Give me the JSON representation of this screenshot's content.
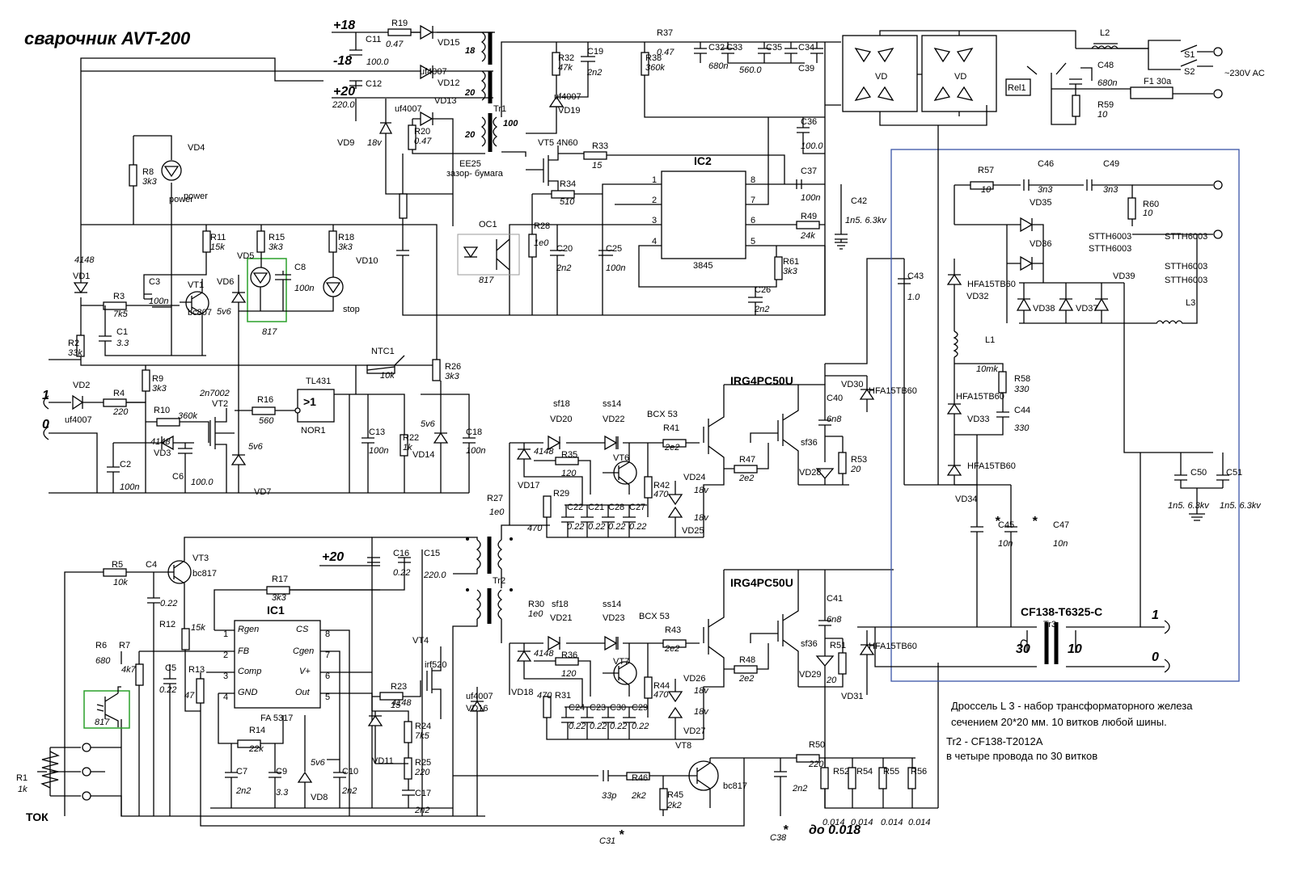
{
  "title": "сварочник AVT-200",
  "notes": {
    "line1": "Дроссель  L 3 - набор  трансформаторного железа",
    "line2": "сечением 20*20 мм.   10 витков любой шины.",
    "line3": "Tr2 - CF138-T2012A",
    "line4": "в четыре провода по 30 витков",
    "c38_note": "до 0.018",
    "c31": "C31",
    "c38": "C38"
  },
  "rails": {
    "p18": "+18",
    "m18": "-18",
    "p20": "+20",
    "p20b": "+20"
  },
  "ic2": {
    "name": "IC2",
    "part": "3845",
    "pins": [
      "1",
      "2",
      "3",
      "4",
      "8",
      "7",
      "6",
      "5"
    ]
  },
  "ic1": {
    "name": "IC1",
    "part": "FA 5317",
    "left_pins": [
      {
        "n": "1",
        "s": "Rgen"
      },
      {
        "n": "2",
        "s": "FB"
      },
      {
        "n": "3",
        "s": "Comp"
      },
      {
        "n": "4",
        "s": "GND"
      }
    ],
    "right_pins": [
      {
        "n": "8",
        "s": "CS"
      },
      {
        "n": "7",
        "s": "Cgen"
      },
      {
        "n": "6",
        "s": "V+"
      },
      {
        "n": "5",
        "s": "Out"
      }
    ]
  },
  "tl431": {
    "name": "TL431",
    "gate": ">1",
    "sub": "NOR1"
  },
  "tr1": {
    "name": "Tr1",
    "core": "EE25",
    "gap": "зазор- бумага",
    "w1": "18",
    "w2": "20",
    "w3": "20",
    "w4": "100"
  },
  "tr2": {
    "name": "Tr2"
  },
  "tr3": {
    "name": "Tr3",
    "part": "CF138-T6325-C",
    "n1": "30",
    "n2": "10"
  },
  "igbt": {
    "top": "IRG4PC50U",
    "bottom": "IRG4PC50U"
  },
  "mains": {
    "ac": "~230V AC",
    "s1": "S1",
    "s2": "S2",
    "fuse": "F1 30a",
    "l2": "L2",
    "rel": "Rel1"
  },
  "terminals": {
    "in1": "1",
    "in0": "0",
    "out1": "1",
    "out0": "0"
  },
  "tok": "ТОК",
  "labels": [
    [
      "R19",
      484,
      32
    ],
    [
      "0.47",
      477,
      58
    ],
    [
      "VD15",
      541,
      56
    ],
    [
      "uf4007",
      519,
      92
    ],
    [
      "VD12",
      541,
      106
    ],
    [
      "C11",
      452,
      52
    ],
    [
      "100.0",
      453,
      80
    ],
    [
      "C12",
      452,
      107
    ],
    [
      "220.0",
      411,
      133
    ],
    [
      "uf4007",
      488,
      138
    ],
    [
      "VD13",
      537,
      128
    ],
    [
      "VD9",
      417,
      180
    ],
    [
      "18v",
      454,
      180
    ],
    [
      "R20",
      512,
      166
    ],
    [
      "0.47",
      512,
      178
    ],
    [
      "R32",
      690,
      75
    ],
    [
      "47k",
      690,
      87
    ],
    [
      "C19",
      726,
      67
    ],
    [
      "2n2",
      726,
      93
    ],
    [
      "uf4007",
      685,
      123
    ],
    [
      "VD19",
      690,
      140
    ],
    [
      "VT5 4N60",
      665,
      180
    ],
    [
      "R37",
      812,
      44
    ],
    [
      "0.47",
      812,
      68
    ],
    [
      "R38",
      798,
      75
    ],
    [
      "360k",
      798,
      87
    ],
    [
      "C32",
      876,
      62
    ],
    [
      "680n",
      876,
      85
    ],
    [
      "C33",
      898,
      62
    ],
    [
      "560.0",
      914,
      90
    ],
    [
      "C35",
      947,
      62
    ],
    [
      "C34",
      987,
      62
    ],
    [
      "C39",
      987,
      88
    ],
    [
      "C36",
      990,
      154
    ],
    [
      "100.0",
      990,
      184
    ],
    [
      "R33",
      732,
      184
    ],
    [
      "15",
      732,
      208
    ],
    [
      "R34",
      692,
      231
    ],
    [
      "510",
      692,
      253
    ],
    [
      "OC1",
      592,
      281
    ],
    [
      "817",
      592,
      350
    ],
    [
      "R28",
      660,
      283
    ],
    [
      "1e0",
      660,
      304
    ],
    [
      "C20",
      688,
      311
    ],
    [
      "2n2",
      688,
      335
    ],
    [
      "C25",
      749,
      311
    ],
    [
      "100n",
      749,
      335
    ],
    [
      "C37",
      990,
      215
    ],
    [
      "100n",
      990,
      248
    ],
    [
      "C42",
      1052,
      252
    ],
    [
      "1n5. 6.3kv",
      1045,
      276
    ],
    [
      "R49",
      990,
      271
    ],
    [
      "24k",
      990,
      295
    ],
    [
      "R61",
      968,
      327
    ],
    [
      "3k3",
      968,
      339
    ],
    [
      "C26",
      933,
      362
    ],
    [
      "2n2",
      933,
      386
    ],
    [
      "R8",
      176,
      216
    ],
    [
      "3k3",
      176,
      228
    ],
    [
      "VD4",
      232,
      186
    ],
    [
      "power",
      227,
      246
    ],
    [
      "4148",
      92,
      325
    ],
    [
      "VD1",
      90,
      345
    ],
    [
      "R11",
      260,
      297
    ],
    [
      "15k",
      260,
      309
    ],
    [
      "R15",
      332,
      297
    ],
    [
      "3k3",
      332,
      309
    ],
    [
      "R18",
      418,
      297
    ],
    [
      "3k3",
      418,
      309
    ],
    [
      "VD5",
      293,
      320
    ],
    [
      "C8",
      364,
      334
    ],
    [
      "100n",
      364,
      360
    ],
    [
      "VD10",
      440,
      326
    ],
    [
      "stop",
      424,
      386
    ],
    [
      "C3",
      184,
      352
    ],
    [
      "100n",
      184,
      376
    ],
    [
      "VT1",
      232,
      356
    ],
    [
      "bc807",
      232,
      390
    ],
    [
      "VD6",
      268,
      352
    ],
    [
      "5v6",
      268,
      389
    ],
    [
      "817",
      324,
      414
    ],
    [
      "R3",
      140,
      370
    ],
    [
      "7k5",
      140,
      392
    ],
    [
      "R2",
      84,
      428
    ],
    [
      "33k",
      84,
      440
    ],
    [
      "C1",
      144,
      414
    ],
    [
      "3.3",
      144,
      428
    ],
    [
      "R9",
      188,
      472
    ],
    [
      "3k3",
      188,
      484
    ],
    [
      "VD2",
      90,
      480
    ],
    [
      "uf4007",
      80,
      523
    ],
    [
      "R4",
      140,
      490
    ],
    [
      "220",
      140,
      513
    ],
    [
      "R10",
      190,
      511
    ],
    [
      "360k",
      220,
      518
    ],
    [
      "2n7002",
      247,
      490
    ],
    [
      "VT2",
      262,
      503
    ],
    [
      "R16",
      318,
      498
    ],
    [
      "560",
      320,
      524
    ],
    [
      "VD3",
      190,
      564
    ],
    [
      "4148",
      186,
      550
    ],
    [
      "C6",
      213,
      593
    ],
    [
      "100.0",
      236,
      600
    ],
    [
      "5v6",
      307,
      556
    ],
    [
      "VD7",
      314,
      612
    ],
    [
      "C2",
      148,
      578
    ],
    [
      "100n",
      148,
      606
    ],
    [
      "NTC1",
      459,
      438
    ],
    [
      "10k",
      470,
      468
    ],
    [
      "R26",
      550,
      457
    ],
    [
      "3k3",
      550,
      469
    ],
    [
      "C13",
      456,
      538
    ],
    [
      "100n",
      456,
      561
    ],
    [
      "R22",
      498,
      545
    ],
    [
      "1k",
      498,
      557
    ],
    [
      "5v6",
      520,
      528
    ],
    [
      "VD14",
      510,
      566
    ],
    [
      "C18",
      576,
      538
    ],
    [
      "100n",
      576,
      561
    ],
    [
      "sf18",
      684,
      503
    ],
    [
      "VD20",
      680,
      522
    ],
    [
      "ss14",
      745,
      503
    ],
    [
      "VD22",
      745,
      522
    ],
    [
      "BCX 53",
      800,
      516
    ],
    [
      "R41",
      820,
      533
    ],
    [
      "2e2",
      822,
      557
    ],
    [
      "R35",
      694,
      566
    ],
    [
      "120",
      694,
      589
    ],
    [
      "4148",
      660,
      562
    ],
    [
      "VT6",
      758,
      570
    ],
    [
      "VD17",
      640,
      604
    ],
    [
      "R27",
      602,
      620
    ],
    [
      "1e0",
      605,
      637
    ],
    [
      "R29",
      684,
      614
    ],
    [
      "470",
      652,
      657
    ],
    [
      "C22",
      701,
      631
    ],
    [
      "0.22",
      701,
      655
    ],
    [
      "C21",
      727,
      631
    ],
    [
      "0.22",
      727,
      655
    ],
    [
      "C28",
      752,
      631
    ],
    [
      "0.22",
      752,
      655
    ],
    [
      "C27",
      778,
      631
    ],
    [
      "0.22",
      778,
      655
    ],
    [
      "R42",
      808,
      604
    ],
    [
      "470",
      808,
      615
    ],
    [
      "VD24",
      845,
      594
    ],
    [
      "18v",
      858,
      610
    ],
    [
      "18v",
      858,
      644
    ],
    [
      "VD25",
      843,
      660
    ],
    [
      "R47",
      914,
      572
    ],
    [
      "2e2",
      914,
      595
    ],
    [
      "sf36",
      990,
      551
    ],
    [
      "VD28",
      988,
      588
    ],
    [
      "C40",
      1022,
      496
    ],
    [
      "6n8",
      1022,
      522
    ],
    [
      "R53",
      1052,
      572
    ],
    [
      "20",
      1052,
      584
    ],
    [
      "VD30",
      1040,
      479
    ],
    [
      "HFA15TB60",
      1074,
      487
    ],
    [
      "R5",
      138,
      702
    ],
    [
      "10k",
      140,
      724
    ],
    [
      "C4",
      180,
      702
    ],
    [
      "0.22",
      198,
      750
    ],
    [
      "VT3",
      238,
      694
    ],
    [
      "bc817",
      238,
      713
    ],
    [
      "R17",
      336,
      720
    ],
    [
      "3k3",
      336,
      743
    ],
    [
      "C16",
      486,
      688
    ],
    [
      "0.22",
      486,
      712
    ],
    [
      "C15",
      524,
      688
    ],
    [
      "220.0",
      524,
      715
    ],
    [
      "R12",
      197,
      776
    ],
    [
      "15k",
      236,
      780
    ],
    [
      "R6",
      118,
      802
    ],
    [
      "680",
      118,
      821
    ],
    [
      "R7",
      147,
      802
    ],
    [
      "4k7",
      150,
      832
    ],
    [
      "C5",
      204,
      830
    ],
    [
      "0.22",
      197,
      857
    ],
    [
      "R13",
      233,
      832
    ],
    [
      "47",
      228,
      864
    ],
    [
      "817",
      117,
      897
    ],
    [
      "R30",
      653,
      751
    ],
    [
      "1e0",
      653,
      763
    ],
    [
      "sf18",
      682,
      751
    ],
    [
      "VD21",
      680,
      768
    ],
    [
      "ss14",
      745,
      751
    ],
    [
      "VD23",
      745,
      768
    ],
    [
      "BCX 53",
      790,
      766
    ],
    [
      "R43",
      822,
      783
    ],
    [
      "2e2",
      822,
      806
    ],
    [
      "R36",
      694,
      814
    ],
    [
      "120",
      694,
      837
    ],
    [
      "4148",
      660,
      812
    ],
    [
      "VT7",
      758,
      822
    ],
    [
      "VD18",
      632,
      860
    ],
    [
      "470",
      664,
      864
    ],
    [
      "R31",
      686,
      864
    ],
    [
      "C24",
      703,
      879
    ],
    [
      "0.22",
      703,
      902
    ],
    [
      "C23",
      729,
      879
    ],
    [
      "0.22",
      729,
      902
    ],
    [
      "C30",
      754,
      879
    ],
    [
      "0.22",
      754,
      902
    ],
    [
      "C29",
      781,
      879
    ],
    [
      "0.22",
      781,
      902
    ],
    [
      "R44",
      808,
      852
    ],
    [
      "470",
      808,
      863
    ],
    [
      "VD26",
      845,
      843
    ],
    [
      "18v",
      858,
      858
    ],
    [
      "18v",
      858,
      884
    ],
    [
      "VD27",
      845,
      908
    ],
    [
      "VT8",
      835,
      926
    ],
    [
      "R48",
      914,
      820
    ],
    [
      "2e2",
      914,
      843
    ],
    [
      "sf36",
      990,
      800
    ],
    [
      "VD29",
      988,
      838
    ],
    [
      "C41",
      1022,
      744
    ],
    [
      "6n8",
      1022,
      770
    ],
    [
      "R51",
      1026,
      802
    ],
    [
      "20",
      1022,
      845
    ],
    [
      "HFA15TB60",
      1074,
      803
    ],
    [
      "VD31",
      1040,
      865
    ],
    [
      "VT4",
      510,
      796
    ],
    [
      "irf520",
      525,
      826
    ],
    [
      "R23",
      483,
      853
    ],
    [
      "15",
      483,
      876
    ],
    [
      "4148",
      484,
      873
    ],
    [
      "R24",
      513,
      902
    ],
    [
      "7k5",
      513,
      914
    ],
    [
      "VD11",
      460,
      945
    ],
    [
      "R25",
      513,
      947
    ],
    [
      "220",
      513,
      959
    ],
    [
      "C17",
      513,
      985
    ],
    [
      "2n2",
      513,
      1006
    ],
    [
      "uf4007",
      576,
      865
    ],
    [
      "VD16",
      576,
      880
    ],
    [
      "R14",
      308,
      907
    ],
    [
      "22k",
      308,
      930
    ],
    [
      "C7",
      292,
      958
    ],
    [
      "2n2",
      292,
      982
    ],
    [
      "C9",
      341,
      958
    ],
    [
      "3.3",
      341,
      984
    ],
    [
      "5v6",
      384,
      947
    ],
    [
      "VD8",
      384,
      990
    ],
    [
      "C10",
      423,
      958
    ],
    [
      "2n2",
      423,
      982
    ],
    [
      "33p",
      744,
      988
    ],
    [
      "R46",
      781,
      966
    ],
    [
      "2k2",
      781,
      988
    ],
    [
      "R45",
      825,
      987
    ],
    [
      "2k2",
      825,
      1000
    ],
    [
      "bc817",
      894,
      976
    ],
    [
      "R50",
      1000,
      925
    ],
    [
      "220",
      1000,
      949
    ],
    [
      "R52",
      1030,
      958
    ],
    [
      "R54",
      1059,
      958
    ],
    [
      "R55",
      1092,
      958
    ],
    [
      "R56",
      1126,
      958
    ],
    [
      "0.014",
      1017,
      1021
    ],
    [
      "0.014",
      1052,
      1021
    ],
    [
      "0.014",
      1089,
      1021
    ],
    [
      "0.014",
      1123,
      1021
    ],
    [
      "2n2",
      980,
      979
    ],
    [
      "R1",
      20,
      966
    ],
    [
      "1k",
      22,
      980
    ],
    [
      "C43",
      1122,
      345
    ],
    [
      "1.0",
      1122,
      371
    ],
    [
      "R57",
      1209,
      214
    ],
    [
      "10",
      1213,
      238
    ],
    [
      "C46",
      1283,
      206
    ],
    [
      "3n3",
      1283,
      238
    ],
    [
      "C49",
      1364,
      206
    ],
    [
      "3n3",
      1364,
      238
    ],
    [
      "R60",
      1413,
      256
    ],
    [
      "10",
      1413,
      267
    ],
    [
      "VD35",
      1273,
      254
    ],
    [
      "STTH6003",
      1346,
      296
    ],
    [
      "STTH6003",
      1346,
      311
    ],
    [
      "VD36",
      1273,
      305
    ],
    [
      "STTH6003",
      1440,
      296
    ],
    [
      "STTH6003",
      1440,
      333
    ],
    [
      "STTH6003",
      1440,
      350
    ],
    [
      "HFA15TB60",
      1196,
      355
    ],
    [
      "VD32",
      1195,
      370
    ],
    [
      "VD39",
      1376,
      345
    ],
    [
      "VD38",
      1277,
      385
    ],
    [
      "VD37",
      1330,
      385
    ],
    [
      "L3",
      1466,
      378
    ],
    [
      "L1",
      1218,
      424
    ],
    [
      "10mk",
      1207,
      460
    ],
    [
      "R58",
      1254,
      472
    ],
    [
      "330",
      1254,
      485
    ],
    [
      "HFA15TB60",
      1182,
      494
    ],
    [
      "VD33",
      1196,
      522
    ],
    [
      "C44",
      1254,
      511
    ],
    [
      "330",
      1254,
      533
    ],
    [
      "HFA15TB60",
      1196,
      580
    ],
    [
      "VD34",
      1181,
      621
    ],
    [
      "C45",
      1234,
      653
    ],
    [
      "10n",
      1234,
      676
    ],
    [
      "C47",
      1302,
      653
    ],
    [
      "10n",
      1302,
      676
    ],
    [
      "C50",
      1472,
      588
    ],
    [
      "C51",
      1516,
      588
    ],
    [
      "1n5. 6.3kv",
      1444,
      629
    ],
    [
      "1n5. 6.3kv",
      1508,
      629
    ],
    [
      "C48",
      1357,
      84
    ],
    [
      "680n",
      1357,
      106
    ],
    [
      "R59",
      1357,
      133
    ],
    [
      "10",
      1357,
      145
    ]
  ]
}
